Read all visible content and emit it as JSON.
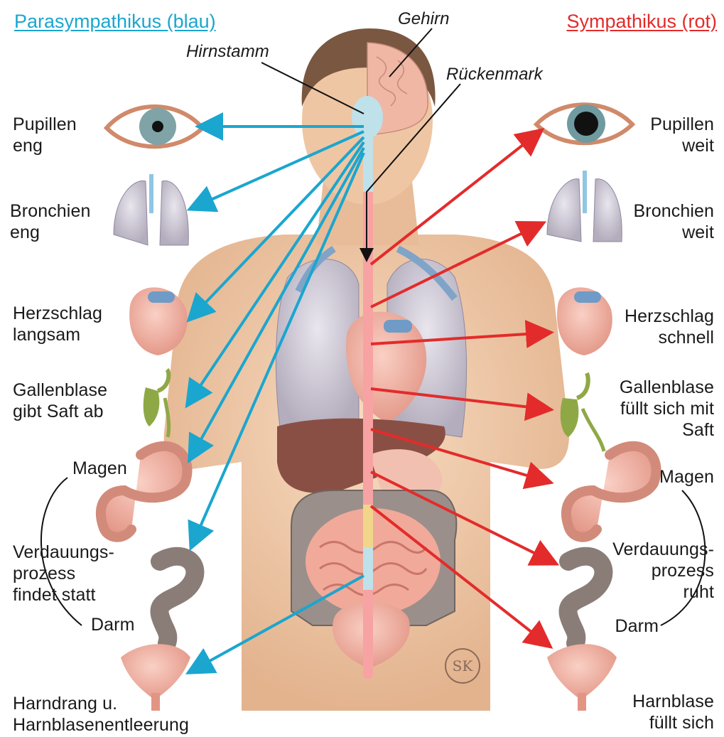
{
  "headers": {
    "left": "Parasympathikus (blau)",
    "right": "Sympathikus (rot)"
  },
  "colors": {
    "parasympathetic": "#1aa6cf",
    "sympathetic": "#e32b2b",
    "skin": "#efc9a4",
    "organ_pink": "#f1b3a6",
    "spinal_cord": "#f7a3a3"
  },
  "anatomy": {
    "brain": "Gehirn",
    "brainstem": "Hirnstamm",
    "spinal_cord": "Rückenmark"
  },
  "left_labels": {
    "pupils": "Pupillen\neng",
    "bronchi": "Bronchien\neng",
    "heartbeat": "Herzschlag\nlangsam",
    "gallbladder": "Gallenblase\ngibt Saft ab",
    "stomach": "Magen",
    "digestion": "Verdauungs-\nprozess\nfindet statt",
    "intestine": "Darm",
    "bladder": "Harndrang u.\nHarnblasenentleerung"
  },
  "right_labels": {
    "pupils": "Pupillen\nweit",
    "bronchi": "Bronchien\nweit",
    "heartbeat": "Herzschlag\nschnell",
    "gallbladder": "Gallenblase\nfüllt sich mit\nSaft",
    "stomach": "Magen",
    "digestion": "Verdauungs-\nprozess\nruht",
    "intestine": "Darm",
    "bladder": "Harnblase\nfüllt sich"
  },
  "signature": "SK"
}
